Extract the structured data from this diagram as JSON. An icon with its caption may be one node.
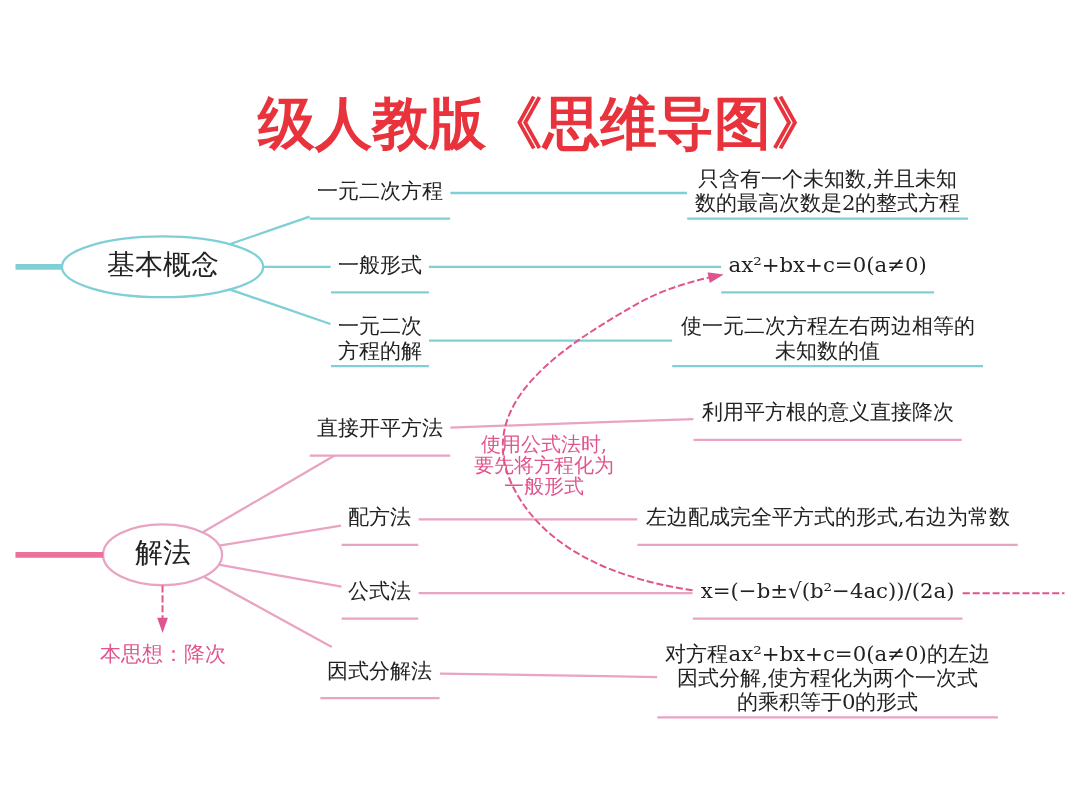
{
  "diagram": {
    "title": "级人教版《思维导图》",
    "nodes": [
      {
        "text": [
          "基本概念"
        ]
      },
      {
        "text": [
          "一元二次方程"
        ]
      },
      {
        "text": [
          "只含有一个未知数,并且未知数的最高次数是2的整式方程"
        ]
      },
      {
        "text": [
          "一般形式"
        ]
      },
      {
        "text": [
          "ax²+bx+c=0(a≠0)"
        ]
      },
      {
        "text": [
          "一元二次方程的解"
        ]
      },
      {
        "text": [
          "使一元二次方程左右两边相等的未知数的值"
        ]
      },
      {
        "text": [
          "解法"
        ]
      },
      {
        "text": [
          "直接开平方法"
        ]
      },
      {
        "text": [
          "利用平方根的意义直接降次"
        ]
      },
      {
        "text": [
          "配方法"
        ]
      },
      {
        "text": [
          "左边配成完全平方式的形式,右边为常数"
        ]
      },
      {
        "text": [
          "公式法"
        ]
      },
      {
        "text": [
          "x=(−b±√(b²−4ac))/(2a)"
        ]
      },
      {
        "text": [
          "因式分解法"
        ]
      },
      {
        "text": [
          "对方程ax²+bx+c=0(a≠0)的左边因式分解,使方程化为两个一次式的乘积等于0的形式"
        ]
      },
      {
        "text": [
          "本思想：降次"
        ]
      }
    ],
    "edges": [
      {
        "from": null,
        "to": 0,
        "arrow": "none",
        "style": "thick",
        "color": "#7fcfd6"
      },
      {
        "from": 0,
        "to": 1,
        "arrow": "none",
        "color": "#7fcfd6"
      },
      {
        "from": 0,
        "to": 3,
        "arrow": "none",
        "color": "#7fcfd6"
      },
      {
        "from": 0,
        "to": 5,
        "arrow": "none",
        "color": "#7fcfd6"
      },
      {
        "from": 1,
        "to": 2,
        "arrow": "none",
        "color": "#7fcfd6"
      },
      {
        "from": 3,
        "to": 4,
        "arrow": "none",
        "color": "#7fcfd6"
      },
      {
        "from": 5,
        "to": 6,
        "arrow": "none",
        "color": "#7fcfd6"
      },
      {
        "from": null,
        "to": 7,
        "arrow": "none",
        "style": "thick",
        "color": "#ec6f9c"
      },
      {
        "from": 7,
        "to": 8,
        "arrow": "none"
      },
      {
        "from": 7,
        "to": 10,
        "arrow": "none"
      },
      {
        "from": 7,
        "to": 12,
        "arrow": "none"
      },
      {
        "from": 7,
        "to": 14,
        "arrow": "none"
      },
      {
        "from": 8,
        "to": 9,
        "arrow": "none"
      },
      {
        "from": 10,
        "to": 11,
        "arrow": "none"
      },
      {
        "from": 12,
        "to": 13,
        "arrow": "none"
      },
      {
        "from": 14,
        "to": 15,
        "arrow": "none"
      },
      {
        "from": 7,
        "to": 16,
        "arrow": "to",
        "style": "dashed",
        "color": "#e0558e"
      },
      {
        "from": 13,
        "to": 4,
        "arrow": "to",
        "style": "dashed",
        "color": "#e0558e",
        "label": "使用公式法时,要先将方程化为一般形式"
      },
      {
        "from": 13,
        "to": null,
        "arrow": "none",
        "style": "dashed",
        "color": "#e0558e"
      }
    ]
  }
}
